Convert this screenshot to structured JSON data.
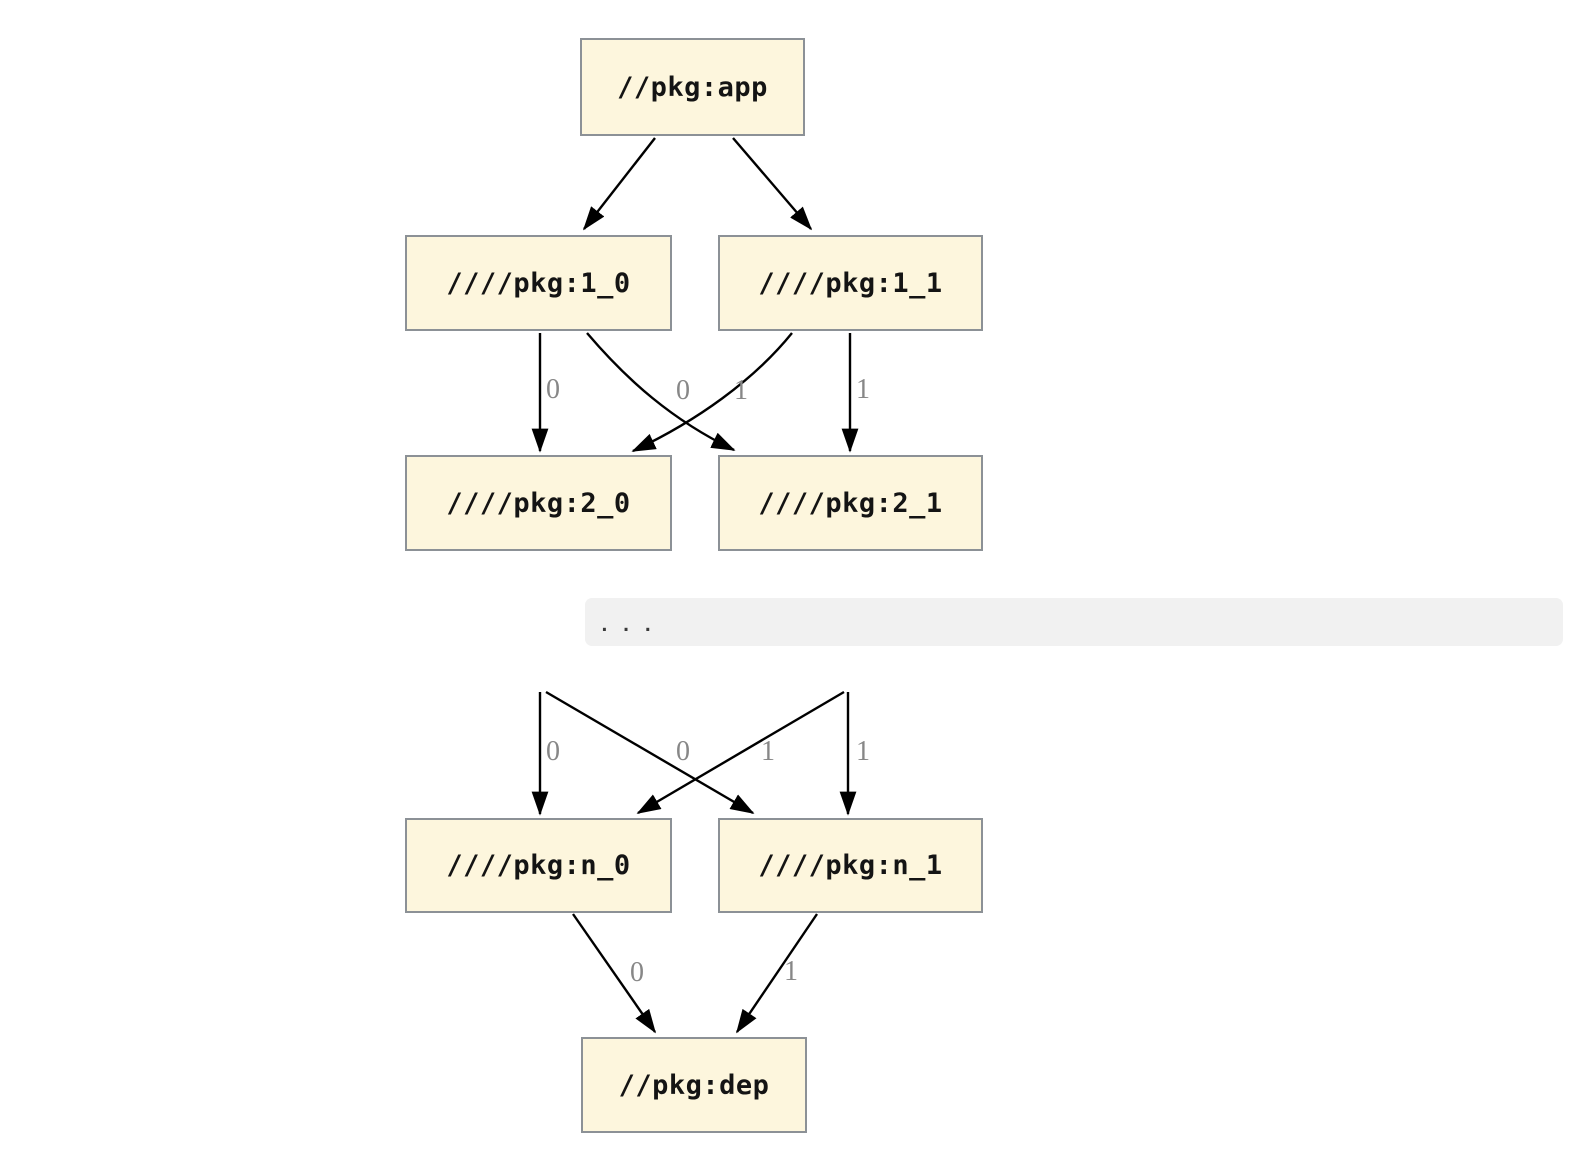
{
  "page": {
    "background": "#ffffff"
  },
  "diagram": {
    "type": "dependency-graph",
    "nodes": [
      {
        "id": "app",
        "label": "//pkg:app"
      },
      {
        "id": "1_0",
        "label": "////pkg:1_0"
      },
      {
        "id": "1_1",
        "label": "////pkg:1_1"
      },
      {
        "id": "2_0",
        "label": "////pkg:2_0"
      },
      {
        "id": "2_1",
        "label": "////pkg:2_1"
      },
      {
        "id": "n_0",
        "label": "////pkg:n_0"
      },
      {
        "id": "n_1",
        "label": "////pkg:n_1"
      },
      {
        "id": "dep",
        "label": "//pkg:dep"
      }
    ],
    "edges": [
      {
        "from": "app",
        "to": "1_0",
        "label": ""
      },
      {
        "from": "app",
        "to": "1_1",
        "label": ""
      },
      {
        "from": "1_0",
        "to": "2_0",
        "label": "0"
      },
      {
        "from": "1_0",
        "to": "2_1",
        "label": "0"
      },
      {
        "from": "1_1",
        "to": "2_0",
        "label": "1"
      },
      {
        "from": "1_1",
        "to": "2_1",
        "label": "1"
      },
      {
        "from": "hidden_0",
        "to": "n_0",
        "label": "0"
      },
      {
        "from": "hidden_0",
        "to": "n_1",
        "label": "0"
      },
      {
        "from": "hidden_1",
        "to": "n_0",
        "label": "1"
      },
      {
        "from": "hidden_1",
        "to": "n_1",
        "label": "1"
      },
      {
        "from": "n_0",
        "to": "dep",
        "label": "0"
      },
      {
        "from": "n_1",
        "to": "dep",
        "label": "1"
      }
    ],
    "ellipsis_text": ". . .",
    "colors": {
      "node_fill": "#fdf6dd",
      "node_border": "#8c9196",
      "node_text": "#141414",
      "edge_stroke": "#000000",
      "edge_label": "#878787",
      "band_bg": "#f1f1f1",
      "band_text": "#3a3a3a",
      "page_bg": "#ffffff"
    }
  }
}
